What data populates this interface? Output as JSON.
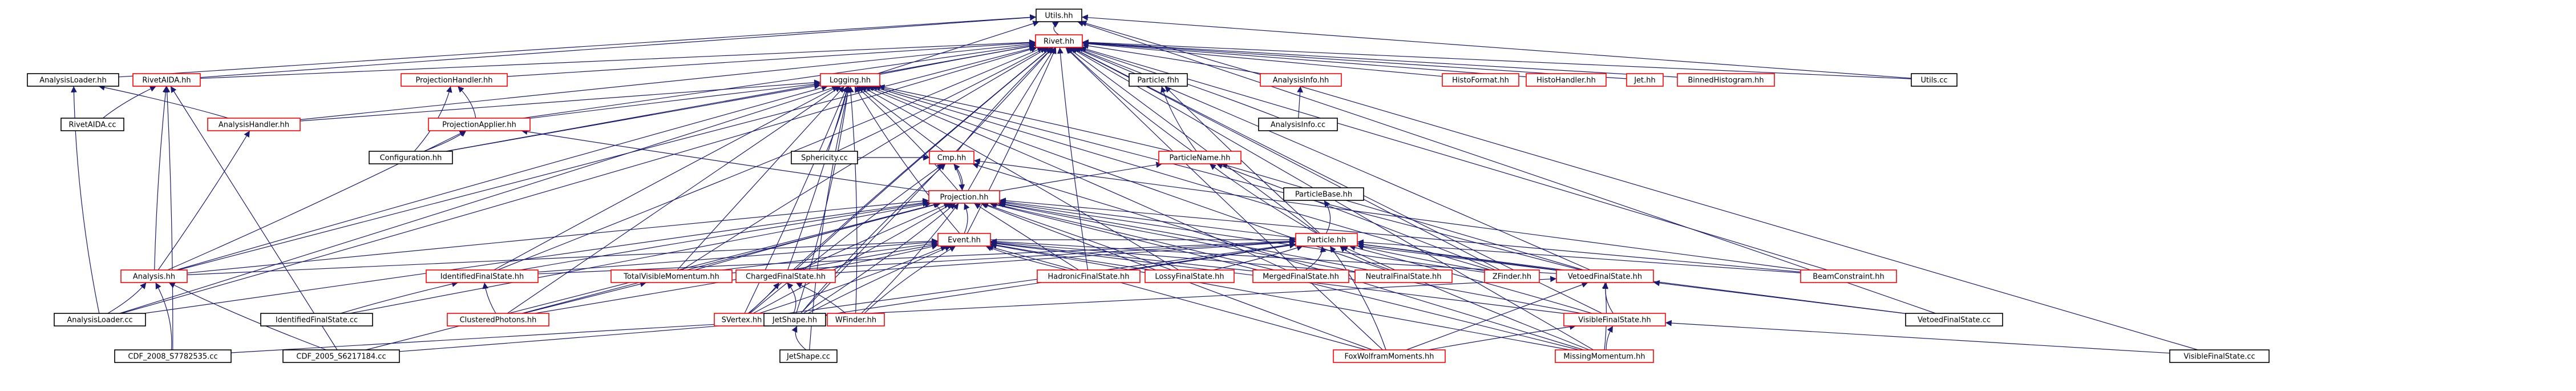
{
  "colors": {
    "edge": "#191970",
    "border_red": "#ff0000",
    "border_black": "#000000",
    "root_fill": "#bfbfbf"
  },
  "root": "Utils.hh",
  "nodes": [
    {
      "id": "utils_hh",
      "label": "Utils.hh",
      "border": "black",
      "root": true
    },
    {
      "id": "rivet_hh",
      "label": "Rivet.hh",
      "border": "red"
    },
    {
      "id": "analysisloader_hh",
      "label": "AnalysisLoader.hh",
      "border": "black"
    },
    {
      "id": "rivetaida_hh",
      "label": "RivetAIDA.hh",
      "border": "red"
    },
    {
      "id": "projectionhandler_hh",
      "label": "ProjectionHandler.hh",
      "border": "red"
    },
    {
      "id": "logging_hh",
      "label": "Logging.hh",
      "border": "red"
    },
    {
      "id": "particlefwd_hh",
      "label": "Particle.fhh",
      "border": "black"
    },
    {
      "id": "analysisinfo_hh",
      "label": "AnalysisInfo.hh",
      "border": "red"
    },
    {
      "id": "histoformat_hh",
      "label": "HistoFormat.hh",
      "border": "red"
    },
    {
      "id": "histohandler_hh",
      "label": "HistoHandler.hh",
      "border": "red"
    },
    {
      "id": "jet_hh",
      "label": "Jet.hh",
      "border": "red"
    },
    {
      "id": "binnedhistogram_hh",
      "label": "BinnedHistogram.hh",
      "border": "red"
    },
    {
      "id": "utils_cc",
      "label": "Utils.cc",
      "border": "black"
    },
    {
      "id": "rivetaida_cc",
      "label": "RivetAIDA.cc",
      "border": "black"
    },
    {
      "id": "analysishandler_hh",
      "label": "AnalysisHandler.hh",
      "border": "red"
    },
    {
      "id": "projectionapplier_hh",
      "label": "ProjectionApplier.hh",
      "border": "red"
    },
    {
      "id": "configuration_hh",
      "label": "Configuration.hh",
      "border": "black"
    },
    {
      "id": "analysisinfo_cc",
      "label": "AnalysisInfo.cc",
      "border": "black"
    },
    {
      "id": "particlename_hh",
      "label": "ParticleName.hh",
      "border": "red"
    },
    {
      "id": "cmp_hh",
      "label": "Cmp.hh",
      "border": "red"
    },
    {
      "id": "sphericity_cc",
      "label": "Sphericity.cc",
      "border": "black"
    },
    {
      "id": "projection_hh",
      "label": "Projection.hh",
      "border": "red"
    },
    {
      "id": "particlebase_hh",
      "label": "ParticleBase.hh",
      "border": "black"
    },
    {
      "id": "particle_hh",
      "label": "Particle.hh",
      "border": "red"
    },
    {
      "id": "event_hh",
      "label": "Event.hh",
      "border": "red"
    },
    {
      "id": "analysis_hh",
      "label": "Analysis.hh",
      "border": "red"
    },
    {
      "id": "identifiedfinalstate_hh",
      "label": "IdentifiedFinalState.hh",
      "border": "red"
    },
    {
      "id": "totalvisiblemomentum_hh",
      "label": "TotalVisibleMomentum.hh",
      "border": "red"
    },
    {
      "id": "chargedfinalstate_hh",
      "label": "ChargedFinalState.hh",
      "border": "red"
    },
    {
      "id": "hadronicfinalstate_hh",
      "label": "HadronicFinalState.hh",
      "border": "red"
    },
    {
      "id": "lossyfinalstate_hh",
      "label": "LossyFinalState.hh",
      "border": "red"
    },
    {
      "id": "mergedfinalstate_hh",
      "label": "MergedFinalState.hh",
      "border": "red"
    },
    {
      "id": "neutralfinalstate_hh",
      "label": "NeutralFinalState.hh",
      "border": "red"
    },
    {
      "id": "zfinder_hh",
      "label": "ZFinder.hh",
      "border": "red"
    },
    {
      "id": "vetoedfinalstate_hh",
      "label": "VetoedFinalState.hh",
      "border": "red"
    },
    {
      "id": "beamconstraint_hh",
      "label": "BeamConstraint.hh",
      "border": "red"
    },
    {
      "id": "analysisloader_cc",
      "label": "AnalysisLoader.cc",
      "border": "black"
    },
    {
      "id": "identifiedfinalstate_cc",
      "label": "IdentifiedFinalState.cc",
      "border": "black"
    },
    {
      "id": "clusteredphotons_hh",
      "label": "ClusteredPhotons.hh",
      "border": "red"
    },
    {
      "id": "svertex_hh",
      "label": "SVertex.hh",
      "border": "red"
    },
    {
      "id": "wfinder_hh",
      "label": "WFinder.hh",
      "border": "red"
    },
    {
      "id": "jetshape_hh",
      "label": "JetShape.hh",
      "border": "black"
    },
    {
      "id": "visiblefinalstate_hh",
      "label": "VisibleFinalState.hh",
      "border": "red"
    },
    {
      "id": "vetoedfinalstate_cc",
      "label": "VetoedFinalState.cc",
      "border": "black"
    },
    {
      "id": "cdf2008_cc",
      "label": "CDF_2008_S7782535.cc",
      "border": "black"
    },
    {
      "id": "cdf2005_cc",
      "label": "CDF_2005_S6217184.cc",
      "border": "black"
    },
    {
      "id": "jetshape_cc",
      "label": "JetShape.cc",
      "border": "black"
    },
    {
      "id": "foxwolfram_hh",
      "label": "FoxWolframMoments.hh",
      "border": "red"
    },
    {
      "id": "missingmomentum_hh",
      "label": "MissingMomentum.hh",
      "border": "red"
    },
    {
      "id": "visiblefinalstate_cc",
      "label": "VisibleFinalState.cc",
      "border": "black"
    }
  ],
  "edges": [
    [
      "rivet_hh",
      "utils_hh"
    ],
    [
      "utils_cc",
      "utils_hh"
    ],
    [
      "analysisloader_hh",
      "utils_hh"
    ],
    [
      "rivetaida_hh",
      "utils_hh"
    ],
    [
      "visiblefinalstate_cc",
      "utils_hh"
    ],
    [
      "analysisloader_cc",
      "utils_hh"
    ],
    [
      "vetoedfinalstate_cc",
      "utils_hh"
    ],
    [
      "rivetaida_hh",
      "rivet_hh"
    ],
    [
      "projectionhandler_hh",
      "rivet_hh"
    ],
    [
      "logging_hh",
      "rivet_hh"
    ],
    [
      "particlefwd_hh",
      "rivet_hh"
    ],
    [
      "analysisinfo_hh",
      "rivet_hh"
    ],
    [
      "histoformat_hh",
      "rivet_hh"
    ],
    [
      "histohandler_hh",
      "rivet_hh"
    ],
    [
      "jet_hh",
      "rivet_hh"
    ],
    [
      "binnedhistogram_hh",
      "rivet_hh"
    ],
    [
      "utils_cc",
      "rivet_hh"
    ],
    [
      "analysishandler_hh",
      "rivet_hh"
    ],
    [
      "projectionapplier_hh",
      "rivet_hh"
    ],
    [
      "configuration_hh",
      "rivet_hh"
    ],
    [
      "analysisinfo_cc",
      "rivet_hh"
    ],
    [
      "particlename_hh",
      "rivet_hh"
    ],
    [
      "cmp_hh",
      "rivet_hh"
    ],
    [
      "projection_hh",
      "rivet_hh"
    ],
    [
      "particle_hh",
      "rivet_hh"
    ],
    [
      "event_hh",
      "rivet_hh"
    ],
    [
      "analysis_hh",
      "rivet_hh"
    ],
    [
      "identifiedfinalstate_hh",
      "rivet_hh"
    ],
    [
      "totalvisiblemomentum_hh",
      "rivet_hh"
    ],
    [
      "chargedfinalstate_hh",
      "rivet_hh"
    ],
    [
      "hadronicfinalstate_hh",
      "rivet_hh"
    ],
    [
      "zfinder_hh",
      "rivet_hh"
    ],
    [
      "vetoedfinalstate_hh",
      "rivet_hh"
    ],
    [
      "beamconstraint_hh",
      "rivet_hh"
    ],
    [
      "analysisloader_cc",
      "rivet_hh"
    ],
    [
      "svertex_hh",
      "rivet_hh"
    ],
    [
      "visiblefinalstate_hh",
      "rivet_hh"
    ],
    [
      "foxwolfram_hh",
      "rivet_hh"
    ],
    [
      "missingmomentum_hh",
      "rivet_hh"
    ],
    [
      "jetshape_hh",
      "rivet_hh"
    ],
    [
      "sphericity_cc",
      "rivet_hh"
    ],
    [
      "analysishandler_hh",
      "analysisloader_hh"
    ],
    [
      "analysisloader_cc",
      "analysisloader_hh"
    ],
    [
      "rivetaida_cc",
      "rivetaida_hh"
    ],
    [
      "analysis_hh",
      "rivetaida_hh"
    ],
    [
      "cdf2005_cc",
      "rivetaida_hh"
    ],
    [
      "cdf2008_cc",
      "rivetaida_hh"
    ],
    [
      "projectionapplier_hh",
      "projectionhandler_hh"
    ],
    [
      "configuration_hh",
      "projectionhandler_hh"
    ],
    [
      "analysishandler_hh",
      "logging_hh"
    ],
    [
      "projectionapplier_hh",
      "logging_hh"
    ],
    [
      "configuration_hh",
      "logging_hh"
    ],
    [
      "cmp_hh",
      "logging_hh"
    ],
    [
      "sphericity_cc",
      "logging_hh"
    ],
    [
      "projection_hh",
      "logging_hh"
    ],
    [
      "particlename_hh",
      "logging_hh"
    ],
    [
      "event_hh",
      "logging_hh"
    ],
    [
      "analysis_hh",
      "logging_hh"
    ],
    [
      "identifiedfinalstate_hh",
      "logging_hh"
    ],
    [
      "totalvisiblemomentum_hh",
      "logging_hh"
    ],
    [
      "chargedfinalstate_hh",
      "logging_hh"
    ],
    [
      "lossyfinalstate_hh",
      "logging_hh"
    ],
    [
      "mergedfinalstate_hh",
      "logging_hh"
    ],
    [
      "neutralfinalstate_hh",
      "logging_hh"
    ],
    [
      "zfinder_hh",
      "logging_hh"
    ],
    [
      "vetoedfinalstate_hh",
      "logging_hh"
    ],
    [
      "clusteredphotons_hh",
      "logging_hh"
    ],
    [
      "svertex_hh",
      "logging_hh"
    ],
    [
      "wfinder_hh",
      "logging_hh"
    ],
    [
      "jetshape_hh",
      "logging_hh"
    ],
    [
      "jetshape_cc",
      "logging_hh"
    ],
    [
      "particlename_hh",
      "particlefwd_hh"
    ],
    [
      "particle_hh",
      "particlefwd_hh"
    ],
    [
      "analysisinfo_cc",
      "analysisinfo_hh"
    ],
    [
      "analysis_hh",
      "analysishandler_hh"
    ],
    [
      "configuration_hh",
      "projectionapplier_hh"
    ],
    [
      "analysis_hh",
      "projectionapplier_hh"
    ],
    [
      "projection_hh",
      "projectionapplier_hh"
    ],
    [
      "particle_hh",
      "particlename_hh"
    ],
    [
      "projection_hh",
      "particlename_hh"
    ],
    [
      "vetoedfinalstate_hh",
      "particlename_hh"
    ],
    [
      "zfinder_hh",
      "particlename_hh"
    ],
    [
      "projection_hh",
      "cmp_hh"
    ],
    [
      "sphericity_cc",
      "cmp_hh"
    ],
    [
      "jetshape_hh",
      "cmp_hh"
    ],
    [
      "svertex_hh",
      "cmp_hh"
    ],
    [
      "beamconstraint_hh",
      "cmp_hh"
    ],
    [
      "missingmomentum_hh",
      "cmp_hh"
    ],
    [
      "cmp_hh",
      "projection_hh"
    ],
    [
      "event_hh",
      "projection_hh"
    ],
    [
      "analysis_hh",
      "projection_hh"
    ],
    [
      "identifiedfinalstate_hh",
      "projection_hh"
    ],
    [
      "totalvisiblemomentum_hh",
      "projection_hh"
    ],
    [
      "chargedfinalstate_hh",
      "projection_hh"
    ],
    [
      "hadronicfinalstate_hh",
      "projection_hh"
    ],
    [
      "lossyfinalstate_hh",
      "projection_hh"
    ],
    [
      "mergedfinalstate_hh",
      "projection_hh"
    ],
    [
      "neutralfinalstate_hh",
      "projection_hh"
    ],
    [
      "zfinder_hh",
      "projection_hh"
    ],
    [
      "vetoedfinalstate_hh",
      "projection_hh"
    ],
    [
      "beamconstraint_hh",
      "projection_hh"
    ],
    [
      "clusteredphotons_hh",
      "projection_hh"
    ],
    [
      "svertex_hh",
      "projection_hh"
    ],
    [
      "wfinder_hh",
      "projection_hh"
    ],
    [
      "jetshape_hh",
      "projection_hh"
    ],
    [
      "visiblefinalstate_hh",
      "projection_hh"
    ],
    [
      "foxwolfram_hh",
      "projection_hh"
    ],
    [
      "missingmomentum_hh",
      "projection_hh"
    ],
    [
      "cdf2005_cc",
      "projection_hh"
    ],
    [
      "analysisloader_cc",
      "projection_hh"
    ],
    [
      "identifiedfinalstate_cc",
      "projection_hh"
    ],
    [
      "particle_hh",
      "particlebase_hh"
    ],
    [
      "event_hh",
      "particle_hh"
    ],
    [
      "identifiedfinalstate_hh",
      "particle_hh"
    ],
    [
      "totalvisiblemomentum_hh",
      "particle_hh"
    ],
    [
      "chargedfinalstate_hh",
      "particle_hh"
    ],
    [
      "hadronicfinalstate_hh",
      "particle_hh"
    ],
    [
      "lossyfinalstate_hh",
      "particle_hh"
    ],
    [
      "mergedfinalstate_hh",
      "particle_hh"
    ],
    [
      "neutralfinalstate_hh",
      "particle_hh"
    ],
    [
      "zfinder_hh",
      "particle_hh"
    ],
    [
      "vetoedfinalstate_hh",
      "particle_hh"
    ],
    [
      "beamconstraint_hh",
      "particle_hh"
    ],
    [
      "svertex_hh",
      "particle_hh"
    ],
    [
      "visiblefinalstate_hh",
      "particle_hh"
    ],
    [
      "foxwolfram_hh",
      "particle_hh"
    ],
    [
      "missingmomentum_hh",
      "particle_hh"
    ],
    [
      "jetshape_hh",
      "particle_hh"
    ],
    [
      "vetoedfinalstate_cc",
      "particle_hh"
    ],
    [
      "analysis_hh",
      "event_hh"
    ],
    [
      "identifiedfinalstate_hh",
      "event_hh"
    ],
    [
      "totalvisiblemomentum_hh",
      "event_hh"
    ],
    [
      "chargedfinalstate_hh",
      "event_hh"
    ],
    [
      "hadronicfinalstate_hh",
      "event_hh"
    ],
    [
      "lossyfinalstate_hh",
      "event_hh"
    ],
    [
      "mergedfinalstate_hh",
      "event_hh"
    ],
    [
      "neutralfinalstate_hh",
      "event_hh"
    ],
    [
      "vetoedfinalstate_hh",
      "event_hh"
    ],
    [
      "clusteredphotons_hh",
      "event_hh"
    ],
    [
      "svertex_hh",
      "event_hh"
    ],
    [
      "wfinder_hh",
      "event_hh"
    ],
    [
      "jetshape_hh",
      "event_hh"
    ],
    [
      "visiblefinalstate_hh",
      "event_hh"
    ],
    [
      "foxwolfram_hh",
      "event_hh"
    ],
    [
      "missingmomentum_hh",
      "event_hh"
    ],
    [
      "analysisloader_cc",
      "analysis_hh"
    ],
    [
      "cdf2008_cc",
      "analysis_hh"
    ],
    [
      "cdf2005_cc",
      "analysis_hh"
    ],
    [
      "identifiedfinalstate_cc",
      "identifiedfinalstate_hh"
    ],
    [
      "clusteredphotons_hh",
      "identifiedfinalstate_hh"
    ],
    [
      "clusteredphotons_hh",
      "totalvisiblemomentum_hh"
    ],
    [
      "svertex_hh",
      "chargedfinalstate_hh"
    ],
    [
      "wfinder_hh",
      "chargedfinalstate_hh"
    ],
    [
      "jetshape_hh",
      "chargedfinalstate_hh"
    ],
    [
      "svertex_hh",
      "vetoedfinalstate_hh"
    ],
    [
      "visiblefinalstate_hh",
      "vetoedfinalstate_hh"
    ],
    [
      "vetoedfinalstate_cc",
      "vetoedfinalstate_hh"
    ],
    [
      "foxwolfram_hh",
      "vetoedfinalstate_hh"
    ],
    [
      "missingmomentum_hh",
      "vetoedfinalstate_hh"
    ],
    [
      "cdf2008_cc",
      "jetshape_hh"
    ],
    [
      "cdf2005_cc",
      "jetshape_hh"
    ],
    [
      "jetshape_cc",
      "jetshape_hh"
    ],
    [
      "foxwolfram_hh",
      "visiblefinalstate_hh"
    ],
    [
      "missingmomentum_hh",
      "visiblefinalstate_hh"
    ],
    [
      "visiblefinalstate_cc",
      "visiblefinalstate_hh"
    ]
  ]
}
